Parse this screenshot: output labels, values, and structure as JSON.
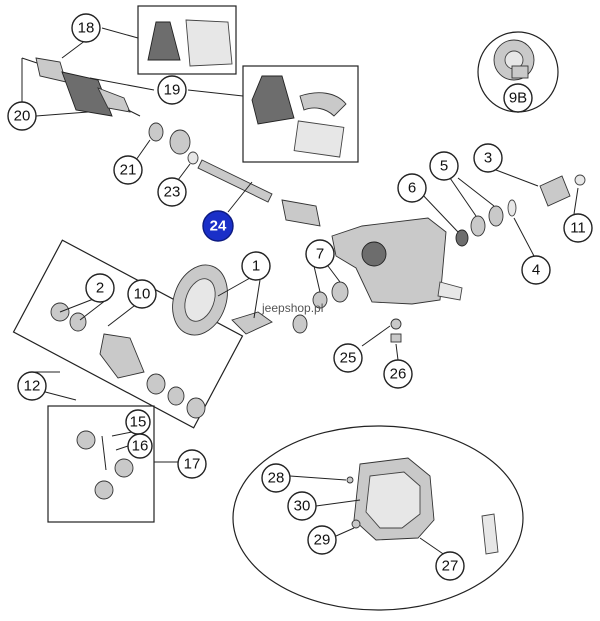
{
  "diagram": {
    "watermark": "jeepshop.pl",
    "callouts": [
      {
        "id": "18",
        "label": "18"
      },
      {
        "id": "19",
        "label": "19"
      },
      {
        "id": "20",
        "label": "20"
      },
      {
        "id": "21",
        "label": "21"
      },
      {
        "id": "23",
        "label": "23"
      },
      {
        "id": "24",
        "label": "24",
        "highlighted": true
      },
      {
        "id": "1",
        "label": "1"
      },
      {
        "id": "2",
        "label": "2"
      },
      {
        "id": "3",
        "label": "3"
      },
      {
        "id": "4",
        "label": "4"
      },
      {
        "id": "5",
        "label": "5"
      },
      {
        "id": "6",
        "label": "6"
      },
      {
        "id": "7",
        "label": "7"
      },
      {
        "id": "9B",
        "label": "9B"
      },
      {
        "id": "10",
        "label": "10"
      },
      {
        "id": "11",
        "label": "11"
      },
      {
        "id": "12",
        "label": "12"
      },
      {
        "id": "15",
        "label": "15"
      },
      {
        "id": "16",
        "label": "16"
      },
      {
        "id": "17",
        "label": "17"
      },
      {
        "id": "25",
        "label": "25"
      },
      {
        "id": "26",
        "label": "26"
      },
      {
        "id": "27",
        "label": "27"
      },
      {
        "id": "28",
        "label": "28"
      },
      {
        "id": "29",
        "label": "29"
      },
      {
        "id": "30",
        "label": "30"
      }
    ],
    "colors": {
      "highlight": "#1a2fc8",
      "outline": "#222222",
      "part": "#c9c9c9"
    }
  }
}
